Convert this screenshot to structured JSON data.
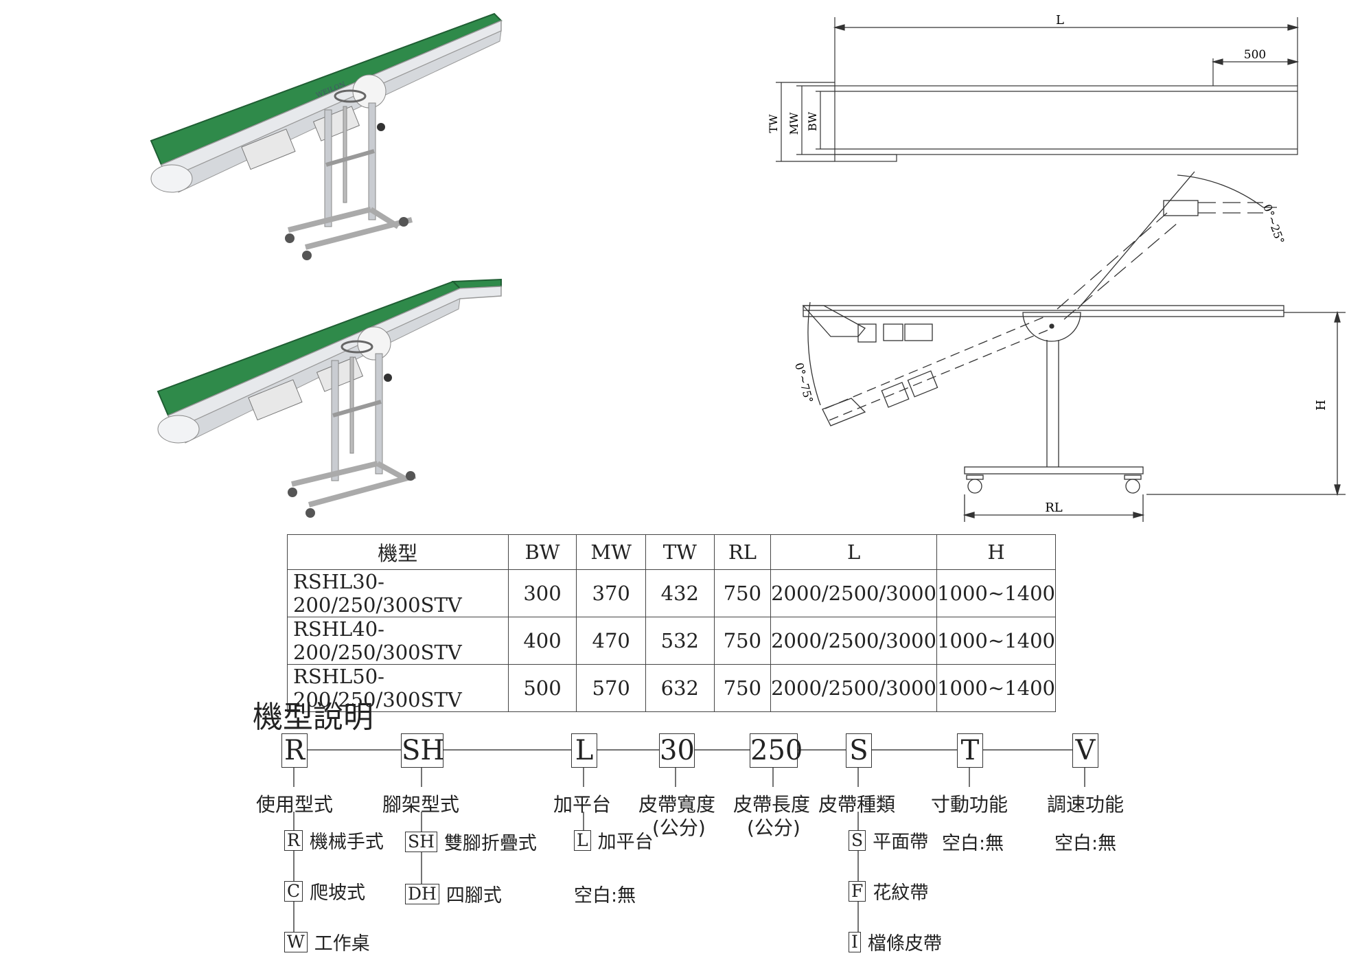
{
  "table": {
    "headers": [
      "機型",
      "BW",
      "MW",
      "TW",
      "RL",
      "L",
      "H"
    ],
    "rows": [
      [
        "RSHL30-200/250/300STV",
        "300",
        "370",
        "432",
        "750",
        "2000/2500/3000",
        "1000~1400"
      ],
      [
        "RSHL40-200/250/300STV",
        "400",
        "470",
        "532",
        "750",
        "2000/2500/3000",
        "1000~1400"
      ],
      [
        "RSHL50-200/250/300STV",
        "500",
        "570",
        "632",
        "750",
        "2000/2500/3000",
        "1000~1400"
      ]
    ]
  },
  "drawing_labels": {
    "length": "L",
    "offset": "500",
    "tw": "TW",
    "mw": "MW",
    "bw": "BW",
    "angle_up": "0°~25°",
    "angle_down": "0°~75°",
    "height": "H",
    "rail_length": "RL"
  },
  "photo_labels": {
    "brand": "WEILON"
  },
  "explanation": {
    "title": "機型說明",
    "codes": [
      {
        "code": "R",
        "caption": "使用型式"
      },
      {
        "code": "SH",
        "caption": "腳架型式"
      },
      {
        "code": "L",
        "caption": "加平台"
      },
      {
        "code": "30",
        "caption": "皮帶寬度",
        "caption2": "(公分)"
      },
      {
        "code": "250",
        "caption": "皮帶長度",
        "caption2": "(公分)"
      },
      {
        "code": "S",
        "caption": "皮帶種類"
      },
      {
        "code": "T",
        "caption": "寸動功能"
      },
      {
        "code": "V",
        "caption": "調速功能"
      }
    ],
    "options": {
      "r": [
        {
          "letter": "R",
          "text": "機械手式"
        },
        {
          "letter": "C",
          "text": "爬坡式"
        },
        {
          "letter": "W",
          "text": "工作桌"
        }
      ],
      "sh": [
        {
          "letter": "SH",
          "text": "雙腳折疊式"
        },
        {
          "letter": "DH",
          "text": "四腳式"
        }
      ],
      "l": [
        {
          "letter": "L",
          "text": "加平台"
        }
      ],
      "l_blank": "空白:無",
      "s": [
        {
          "letter": "S",
          "text": "平面帶"
        },
        {
          "letter": "F",
          "text": "花紋帶"
        },
        {
          "letter": "I",
          "text": "檔條皮帶"
        }
      ],
      "t_blank": "空白:無",
      "v_blank": "空白:無"
    }
  }
}
